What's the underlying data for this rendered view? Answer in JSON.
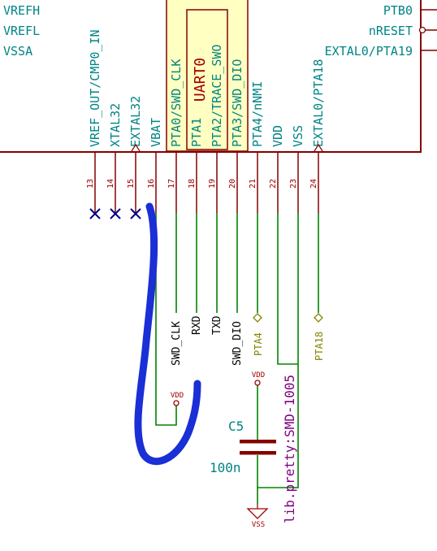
{
  "colors": {
    "body_outline": "#840000",
    "body_fill": "#ffffc2",
    "pin_line": "#840000",
    "pin_name": "#008484",
    "pin_number": "#a00000",
    "wire": "#008400",
    "noconnect": "#000084",
    "global_label": "#848400",
    "power": "#a00000",
    "reference": "#008484",
    "footprint": "#800080",
    "annotation_stroke": "#1a2fd6"
  },
  "right_pins": [
    "PTB0",
    "nRESET",
    "EXTAL0/PTA19"
  ],
  "left_pins": [
    "VREFH",
    "VREFL",
    "VSSA"
  ],
  "unit_label": "UART0",
  "bottom_pins": [
    {
      "num": "13",
      "name": "VREF_OUT/CMP0_IN"
    },
    {
      "num": "14",
      "name": "XTAL32"
    },
    {
      "num": "15",
      "name": "EXTAL32"
    },
    {
      "num": "16",
      "name": "VBAT"
    },
    {
      "num": "17",
      "name": "PTA0/SWD_CLK"
    },
    {
      "num": "18",
      "name": "PTA1"
    },
    {
      "num": "19",
      "name": "PTA2/TRACE_SWO"
    },
    {
      "num": "20",
      "name": "PTA3/SWD_DIO"
    },
    {
      "num": "21",
      "name": "PTA4/nNMI"
    },
    {
      "num": "22",
      "name": "VDD"
    },
    {
      "num": "23",
      "name": "VSS"
    },
    {
      "num": "24",
      "name": "EXTAL0/PTA18"
    }
  ],
  "net_labels": [
    "SWD_CLK",
    "RXD",
    "TXD",
    "SWD_DIO"
  ],
  "global_labels": [
    "PTA4",
    "PTA18"
  ],
  "power_symbols": {
    "vdd_1": "VDD",
    "vdd_2": "VDD",
    "vss": "VSS"
  },
  "capacitor": {
    "ref": "C5",
    "value": "100n",
    "footprint": "lib.pretty:SMD-1005"
  }
}
